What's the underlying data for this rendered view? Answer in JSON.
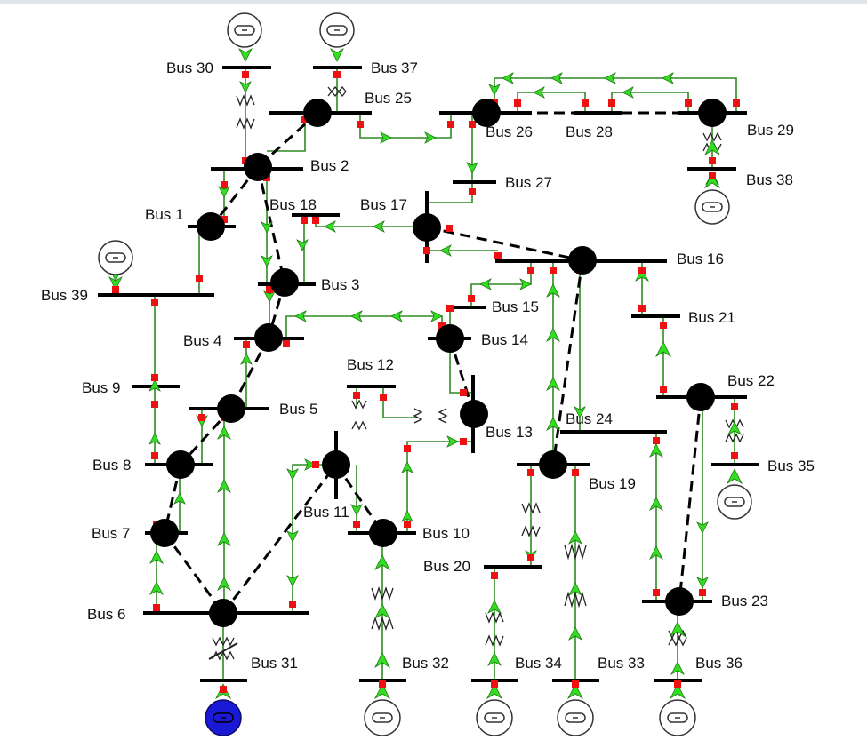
{
  "diagram": {
    "buses": {
      "b1": "Bus 1",
      "b2": "Bus 2",
      "b3": "Bus 3",
      "b4": "Bus 4",
      "b5": "Bus 5",
      "b6": "Bus 6",
      "b7": "Bus 7",
      "b8": "Bus 8",
      "b9": "Bus 9",
      "b10": "Bus 10",
      "b11": "Bus 11",
      "b12": "Bus 12",
      "b13": "Bus 13",
      "b14": "Bus 14",
      "b15": "Bus 15",
      "b16": "Bus 16",
      "b17": "Bus 17",
      "b18": "Bus 18",
      "b19": "Bus 19",
      "b20": "Bus 20",
      "b21": "Bus 21",
      "b22": "Bus 22",
      "b23": "Bus 23",
      "b24": "Bus 24",
      "b25": "Bus 25",
      "b26": "Bus 26",
      "b27": "Bus 27",
      "b28": "Bus 28",
      "b29": "Bus 29",
      "b30": "Bus 30",
      "b31": "Bus 31",
      "b32": "Bus 32",
      "b33": "Bus 33",
      "b34": "Bus 34",
      "b35": "Bus 35",
      "b36": "Bus 36",
      "b37": "Bus 37",
      "b38": "Bus 38",
      "b39": "Bus 39"
    },
    "colors": {
      "line": "#2e8b22",
      "flow_arrow": "#33dd22",
      "breaker": "#ee1111",
      "slack_generator": "#1a1ad6"
    },
    "icons": {
      "generator": "generator-icon",
      "slack_generator": "slack-generator-icon",
      "transformer": "transformer-icon",
      "breaker": "breaker-icon",
      "flow": "flow-arrow-icon"
    }
  }
}
